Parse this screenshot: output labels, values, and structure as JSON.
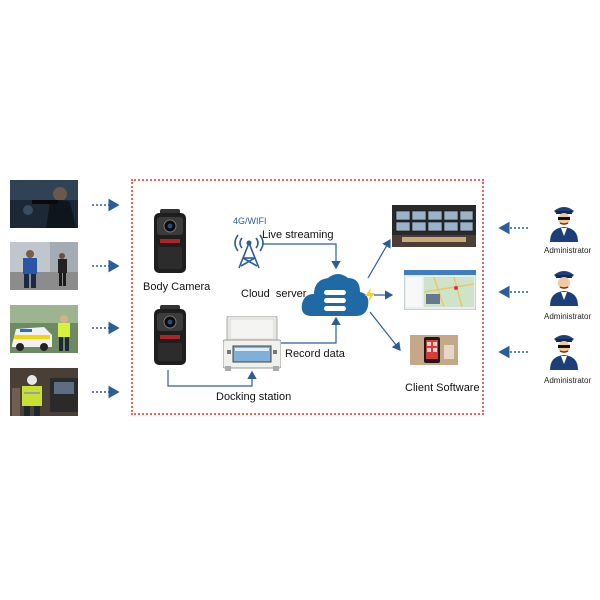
{
  "labels": {
    "network": "4G/WIFI",
    "live_streaming": "Live streaming",
    "body_camera": "Body Camera",
    "cloud_server": "Cloud  server",
    "record_data": "Record data",
    "docking_station": "Docking station",
    "client_software": "Client Software"
  },
  "administrators": [
    {
      "label": "Administrator"
    },
    {
      "label": "Administrator"
    },
    {
      "label": "Administrator"
    }
  ],
  "colors": {
    "frame_border": "#e8665a",
    "arrow": "#2a5d9a",
    "cloud": "#1f6aa5",
    "lightning": "#ffd21a",
    "admin_uniform": "#1d3f79"
  },
  "icons": [
    "cell-tower-icon",
    "cloud-server-icon",
    "lightning-icon",
    "body-camera-icon",
    "docking-station-icon",
    "administrator-icon"
  ]
}
